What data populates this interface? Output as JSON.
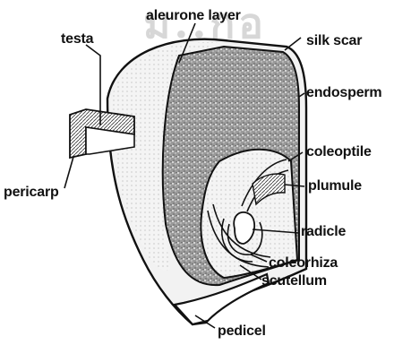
{
  "watermark": "ม..กอ",
  "labels": {
    "aleurone_layer": "aleurone layer",
    "testa": "testa",
    "silk_scar": "silk scar",
    "endosperm": "endosperm",
    "coleoptile": "coleoptile",
    "plumule": "plumule",
    "pericarp": "pericarp",
    "radicle": "radicle",
    "coleorhiza": "coleorhiza",
    "scutellum": "scutellum",
    "pedicel": "pedicel"
  }
}
